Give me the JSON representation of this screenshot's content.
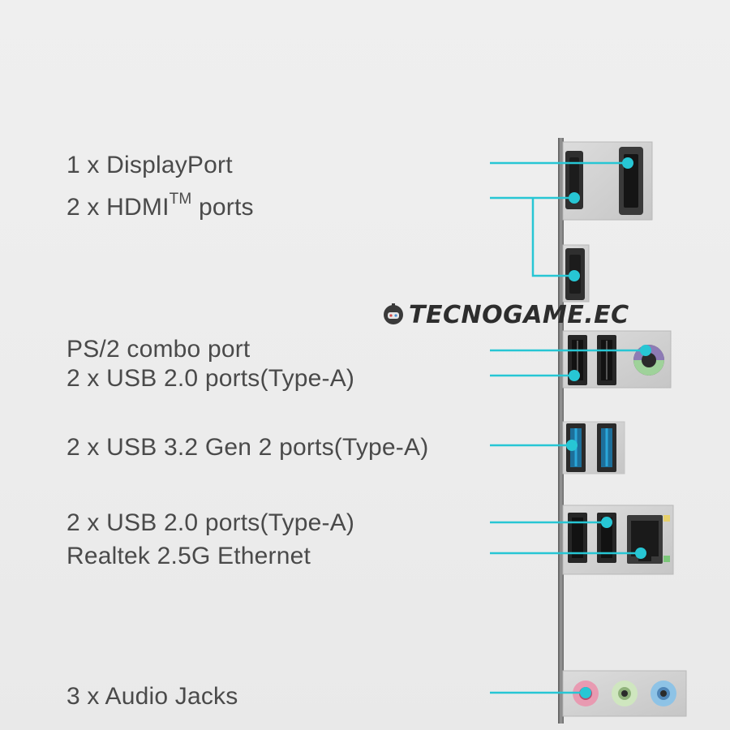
{
  "labels": {
    "displayport": "1 x DisplayPort",
    "hdmi_prefix": "2 x HDMI",
    "hdmi_tm": "TM",
    "hdmi_suffix": " ports",
    "ps2": "PS/2 combo port",
    "usb20_top": "2 x USB 2.0 ports(Type-A)",
    "usb32": "2 x USB 3.2 Gen 2 ports(Type-A)",
    "usb20_bottom": "2 x USB 2.0 ports(Type-A)",
    "ethernet": "Realtek 2.5G Ethernet",
    "audio": "3 x Audio Jacks"
  },
  "watermark": {
    "text": "TECNOGAME.EC"
  },
  "colors": {
    "leader_line": "#27c6d4",
    "text": "#4a4a4a",
    "audio_pink": "#e89ab1",
    "audio_green": "#cfe6bf",
    "audio_blue": "#8ec3e6",
    "ps2_purple": "#8d7bb5",
    "ps2_green": "#9fd29a"
  }
}
